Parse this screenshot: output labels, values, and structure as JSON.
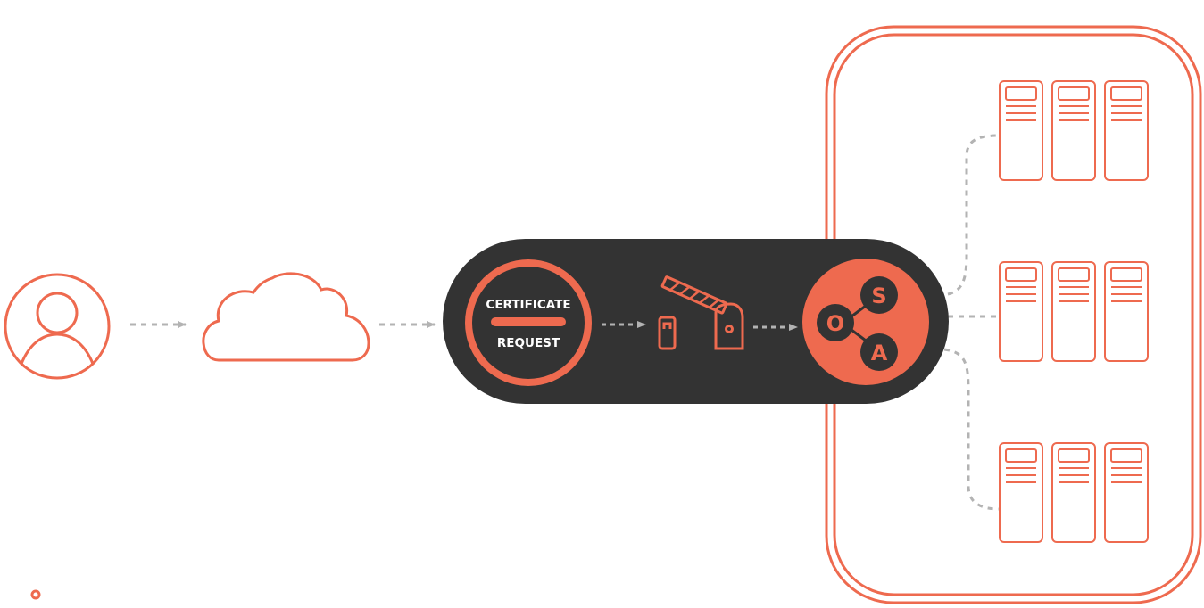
{
  "colors": {
    "accent": "#ee6a4f",
    "dark": "#333333",
    "connector": "#b3b3b3",
    "background": "#ffffff"
  },
  "nodes": {
    "user": {
      "icon": "user-icon"
    },
    "internet": {
      "icon": "cloud-icon"
    },
    "certificate_request": {
      "line1": "CERTIFICATE",
      "line2": "REQUEST"
    },
    "gate": {
      "icon": "barrier-gate-icon"
    },
    "soa": {
      "letter_s": "S",
      "letter_o": "O",
      "letter_a": "A"
    },
    "datacenter": {
      "icon": "server-rack-icon",
      "rows": 3,
      "columns": 3
    }
  }
}
